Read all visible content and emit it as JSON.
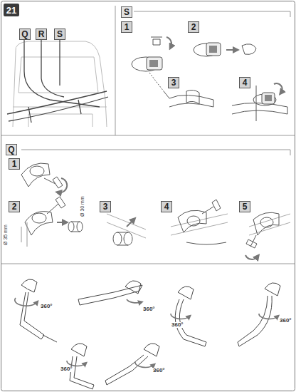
{
  "diagram": {
    "labels": [
      "21",
      "Q",
      "R",
      "S",
      "S",
      "1",
      "2",
      "3",
      "4",
      "Q",
      "1",
      "2",
      "3",
      "4",
      "5",
      "Ø 35 mm",
      "Ø 30 mm",
      "360°",
      "360°",
      "360°",
      "360°",
      "360°",
      "360°"
    ]
  }
}
